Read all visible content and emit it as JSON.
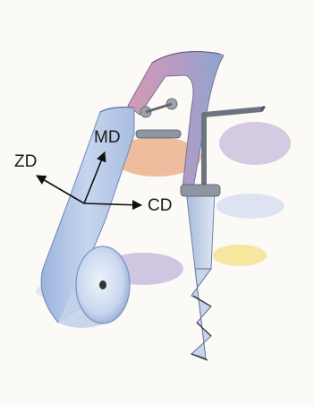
{
  "labels": {
    "md": "MD",
    "zd": "ZD",
    "cd": "CD"
  },
  "colors": {
    "paper_web": "#b9cbe6",
    "paper_web_shadow": "#8fa8d3",
    "top_band": "#b88aa8",
    "roller_metal": "#9aa3ae",
    "arrow": "#111111"
  }
}
